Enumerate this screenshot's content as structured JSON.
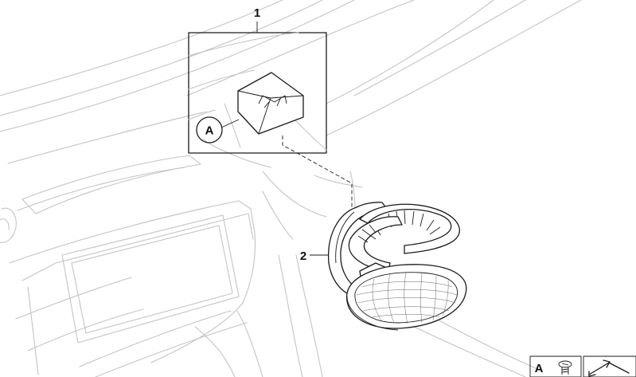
{
  "callouts": {
    "part1": "1",
    "part2": "2",
    "detail_marker": "A"
  },
  "legend": {
    "label": "A"
  },
  "icons": {
    "screw": "screw-icon",
    "arrow": "arrow-icon",
    "cube": "cover-cap-icon",
    "cupholder": "cupholder-icon"
  }
}
